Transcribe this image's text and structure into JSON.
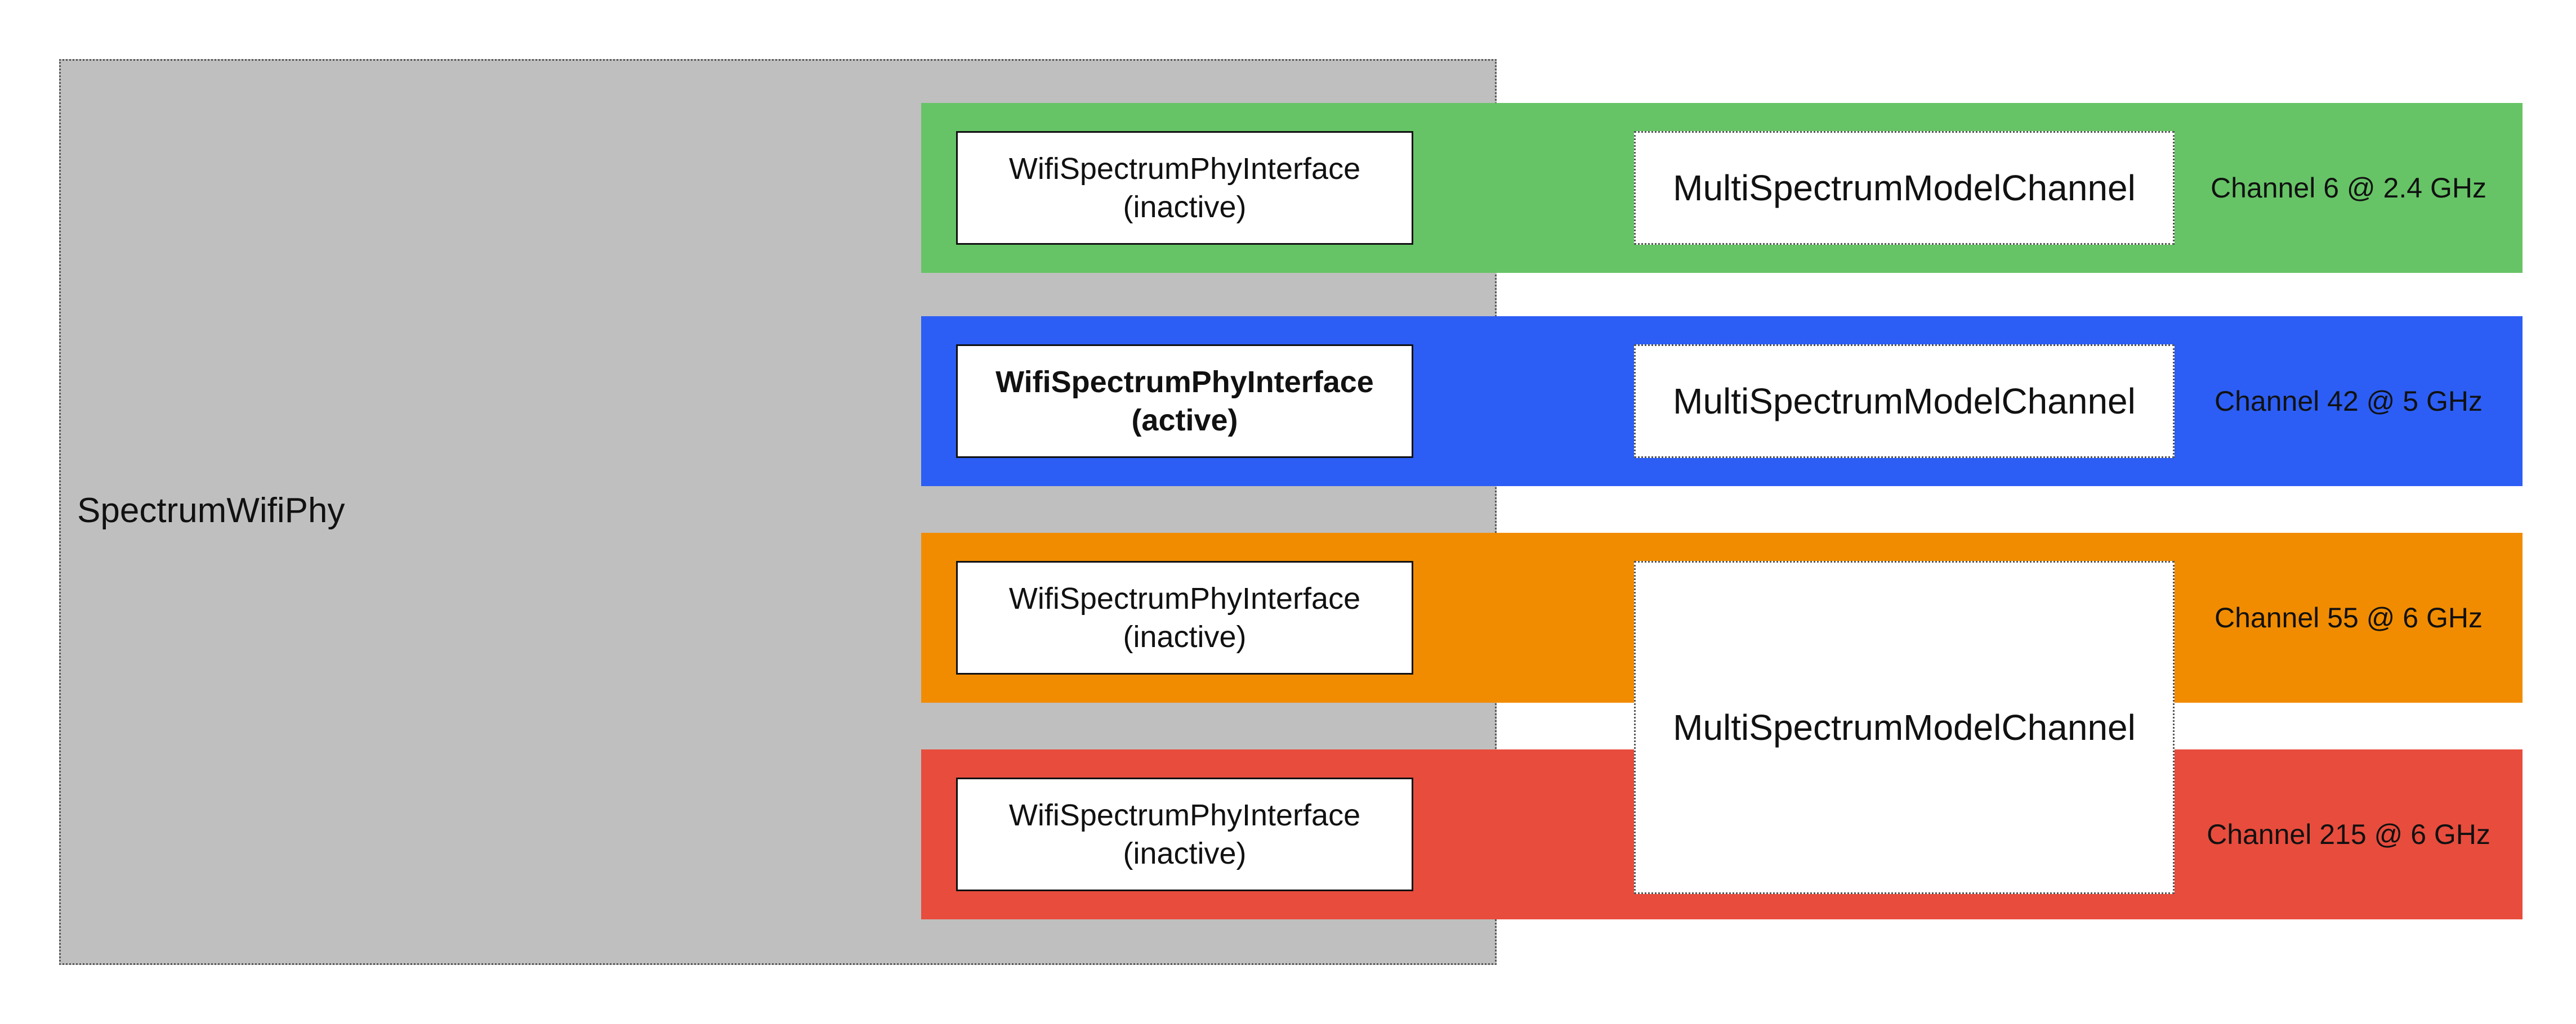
{
  "phy": {
    "label": "SpectrumWifiPhy",
    "container_color": "#bfbfbf"
  },
  "bands": [
    {
      "color": "#66c466",
      "interface": {
        "line1": "WifiSpectrumPhyInterface",
        "line2": "(inactive)",
        "active": false
      },
      "channel_label": "Channel 6 @ 2.4 GHz"
    },
    {
      "color": "#2c5ef5",
      "interface": {
        "line1": "WifiSpectrumPhyInterface",
        "line2": "(active)",
        "active": true
      },
      "channel_label": "Channel 42 @ 5 GHz"
    },
    {
      "color": "#f18c00",
      "interface": {
        "line1": "WifiSpectrumPhyInterface",
        "line2": "(inactive)",
        "active": false
      },
      "channel_label": "Channel 55 @ 6 GHz"
    },
    {
      "color": "#e84c3d",
      "interface": {
        "line1": "WifiSpectrumPhyInterface",
        "line2": "(inactive)",
        "active": false
      },
      "channel_label": "Channel 215 @ 6 GHz"
    }
  ],
  "model_channels": [
    {
      "label": "MultiSpectrumModelChannel"
    },
    {
      "label": "MultiSpectrumModelChannel"
    },
    {
      "label": "MultiSpectrumModelChannel"
    }
  ]
}
